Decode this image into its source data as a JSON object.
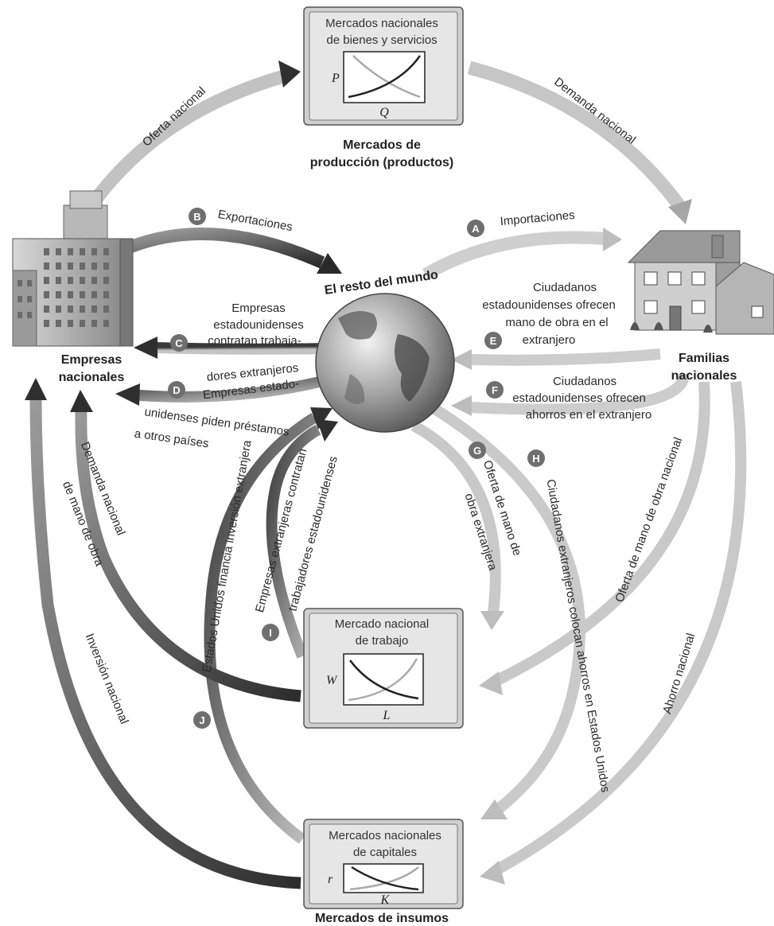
{
  "output_market": {
    "box_line1": "Mercados nacionales",
    "box_line2": "de bienes y servicios",
    "y_axis": "P",
    "x_axis": "Q",
    "caption_line1": "Mercados de",
    "caption_line2": "producción (productos)"
  },
  "labor_market": {
    "box_line1": "Mercado nacional",
    "box_line2": "de trabajo",
    "y_axis": "W",
    "x_axis": "L"
  },
  "capital_market": {
    "box_line1": "Mercados nacionales",
    "box_line2": "de capitales",
    "y_axis": "r",
    "x_axis": "K",
    "caption": "Mercados de insumos"
  },
  "firms": {
    "line1": "Empresas",
    "line2": "nacionales"
  },
  "households": {
    "line1": "Familias",
    "line2": "nacionales"
  },
  "world": {
    "label": "El resto del mundo"
  },
  "flows": {
    "supply": "Oferta nacional",
    "demand": "Demanda nacional",
    "labor_demand_1": "Demanda nacional",
    "labor_demand_2": "de mano de obra",
    "labor_supply": "Oferta de mano de obra nacional",
    "investment": "Inversión nacional",
    "saving": "Ahorro nacional"
  },
  "badges": {
    "A": {
      "letter": "A",
      "text": "Importaciones"
    },
    "B": {
      "letter": "B",
      "text": "Exportaciones"
    },
    "C": {
      "letter": "C",
      "line1": "Empresas",
      "line2": "estadounidenses",
      "line3": "contratan trabaja-",
      "line4": "dores extranjeros"
    },
    "D": {
      "letter": "D",
      "line1": "Empresas estado-",
      "line2": "unidenses piden préstamos",
      "line3": "a otros países"
    },
    "E": {
      "letter": "E",
      "line1": "Ciudadanos",
      "line2": "estadounidenses ofrecen",
      "line3": "mano de obra en el",
      "line4": "extranjero"
    },
    "F": {
      "letter": "F",
      "line1": "Ciudadanos",
      "line2": "estadounidenses ofrecen",
      "line3": "ahorros en el extranjero"
    },
    "G": {
      "letter": "G",
      "line1": "Oferta de mano de",
      "line2": "obra extranjera"
    },
    "H": {
      "letter": "H",
      "text": "Ciudadanos extranjeros colocan ahorros en Estados Unidos"
    },
    "I": {
      "letter": "I",
      "line1": "Empresas extranjeras contratan",
      "line2": "trabajadores estadounidenses"
    },
    "J": {
      "letter": "J",
      "text": "Estados Unidos financia inversión extranjera"
    }
  },
  "colors": {
    "arrow_light": "#c6c6c6",
    "arrow_mid": "#8e8e8e",
    "arrow_dark": "#3a3a3a",
    "badge": "#6f6f6f",
    "box_fill": "#e2e2e2"
  }
}
